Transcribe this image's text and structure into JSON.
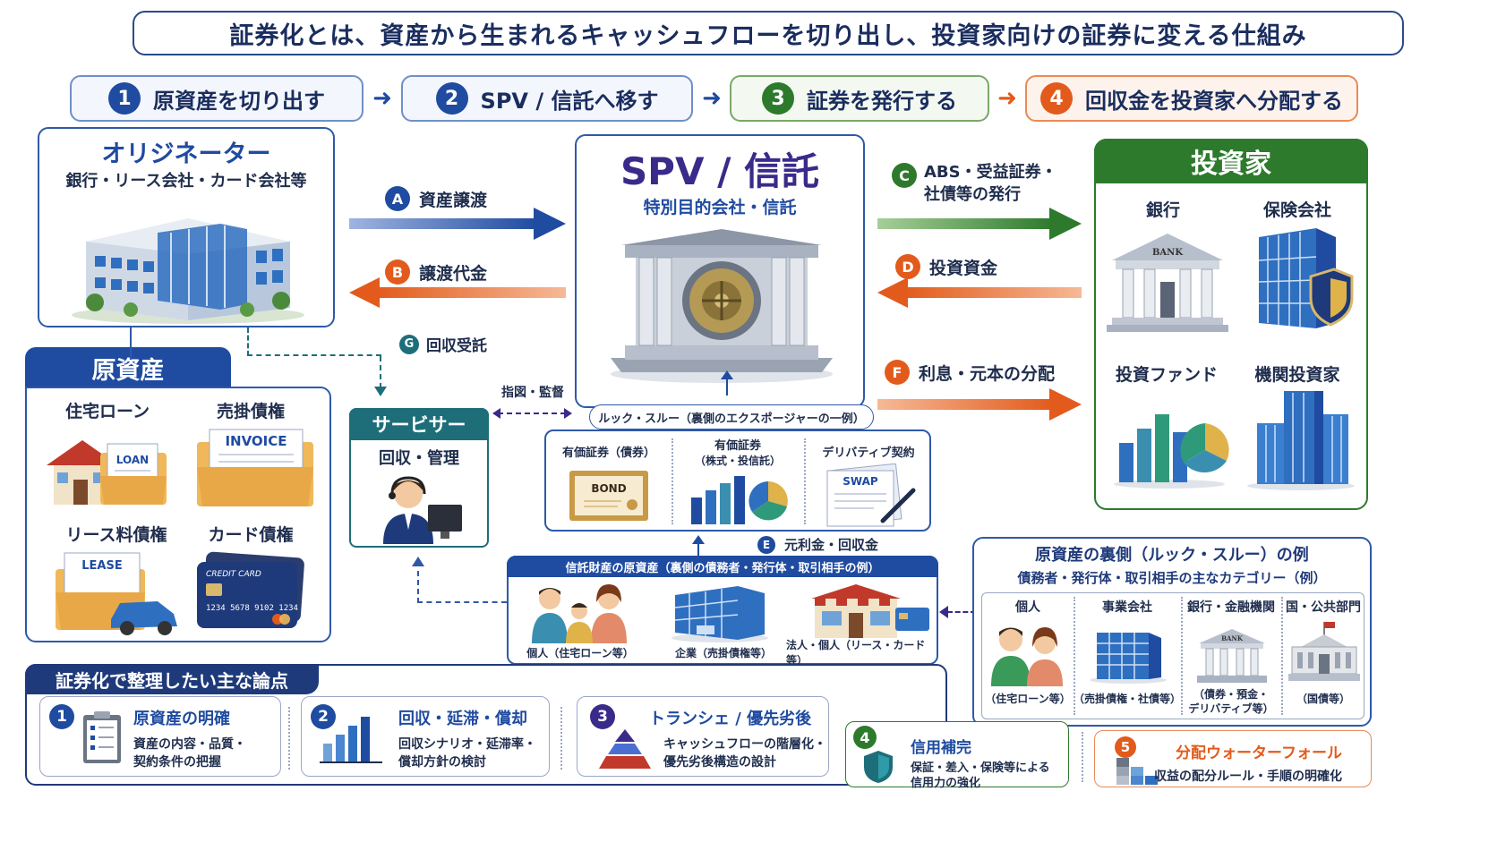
{
  "title": "証券化とは、資産から生まれるキャッシュフローを切り出し、投資家向けの証券に変える仕組み",
  "steps": [
    {
      "num": "1",
      "label": "原資産を切り出す"
    },
    {
      "num": "2",
      "label": "SPV / 信託へ移す"
    },
    {
      "num": "3",
      "label": "証券を発行する"
    },
    {
      "num": "4",
      "label": "回収金を投資家へ分配する"
    }
  ],
  "originator": {
    "title": "オリジネーター",
    "subtitle": "銀行・リース会社・カード会社等"
  },
  "assets": {
    "title": "原資産",
    "items": [
      {
        "label": "住宅ローン",
        "doc": "LOAN"
      },
      {
        "label": "売掛債権",
        "doc": "INVOICE"
      },
      {
        "label": "リース料債権",
        "doc": "LEASE"
      },
      {
        "label": "カード債権",
        "card_title": "CREDIT CARD",
        "card_number": "1234  5678  9102  1234"
      }
    ]
  },
  "spv": {
    "title": "SPV / 信託",
    "subtitle": "特別目的会社・信託"
  },
  "flows": {
    "a": {
      "letter": "A",
      "label": "資産譲渡"
    },
    "b": {
      "letter": "B",
      "label": "譲渡代金"
    },
    "c": {
      "letter": "C",
      "label_1": "ABS・受益証券・",
      "label_2": "社債等の発行"
    },
    "d": {
      "letter": "D",
      "label": "投資資金"
    },
    "e": {
      "letter": "E",
      "label": "元利金・回収金"
    },
    "f": {
      "letter": "F",
      "label": "利息・元本の分配"
    },
    "g": {
      "letter": "G",
      "label": "回収受託"
    },
    "supervise": "指図・監督"
  },
  "servicer": {
    "title": "サービサー",
    "subtitle": "回収・管理"
  },
  "investors": {
    "title": "投資家",
    "items": [
      {
        "label": "銀行",
        "sign": "BANK"
      },
      {
        "label": "保険会社"
      },
      {
        "label": "投資ファンド"
      },
      {
        "label": "機関投資家"
      }
    ]
  },
  "lookthrough": {
    "title": "ルック・スルー（裏側のエクスポージャーの一例）",
    "items": [
      {
        "label_1": "有価証券（債券）",
        "label_2": "",
        "doc": "BOND"
      },
      {
        "label_1": "有価証券",
        "label_2": "（株式・投信託）"
      },
      {
        "label_1": "デリバティブ契約",
        "label_2": "",
        "doc": "SWAP"
      }
    ]
  },
  "trust_assets": {
    "title": "信託財産の原資産（裏側の債務者・発行体・取引相手の例）",
    "items": [
      {
        "label": "個人（住宅ローン等）"
      },
      {
        "label": "企業（売掛債権等）"
      },
      {
        "label": "法人・個人（リース・カード等）"
      }
    ]
  },
  "lt_example": {
    "title": "原資産の裏側（ルック・スルー）の例",
    "subtitle": "債務者・発行体・取引相手の主なカテゴリー（例）",
    "items": [
      {
        "label": "個人",
        "note_1": "（住宅ローン等）",
        "note_2": ""
      },
      {
        "label": "事業会社",
        "note_1": "（売掛債権・社債等）",
        "note_2": ""
      },
      {
        "label": "銀行・金融機関",
        "note_1": "（債券・預金・",
        "note_2": "デリバティブ等）",
        "sign": "BANK"
      },
      {
        "label": "国・公共部門",
        "note_1": "（国債等）",
        "note_2": ""
      }
    ]
  },
  "issues": {
    "title": "証券化で整理したい主な論点",
    "items": [
      {
        "num": "1",
        "title": "原資産の明確",
        "desc_1": "資産の内容・品質・",
        "desc_2": "契約条件の把握"
      },
      {
        "num": "2",
        "title": "回収・延滞・償却",
        "desc_1": "回収シナリオ・延滞率・",
        "desc_2": "償却方針の検討"
      },
      {
        "num": "3",
        "title": "トランシェ / 優先劣後",
        "desc_1": "キャッシュフローの階層化・",
        "desc_2": "優先劣後構造の設計"
      },
      {
        "num": "4",
        "title": "信用補完",
        "desc_1": "保証・差入・保険等による",
        "desc_2": "信用力の強化"
      },
      {
        "num": "5",
        "title": "分配ウォーターフォール",
        "desc_1": "収益の配分ルール・手順の明確化",
        "desc_2": ""
      }
    ]
  },
  "colors": {
    "navy": "#1f3a7a",
    "blue": "#1f4ba0",
    "green": "#2d7a2d",
    "orange": "#e25b1c",
    "teal": "#1e6e7a"
  }
}
